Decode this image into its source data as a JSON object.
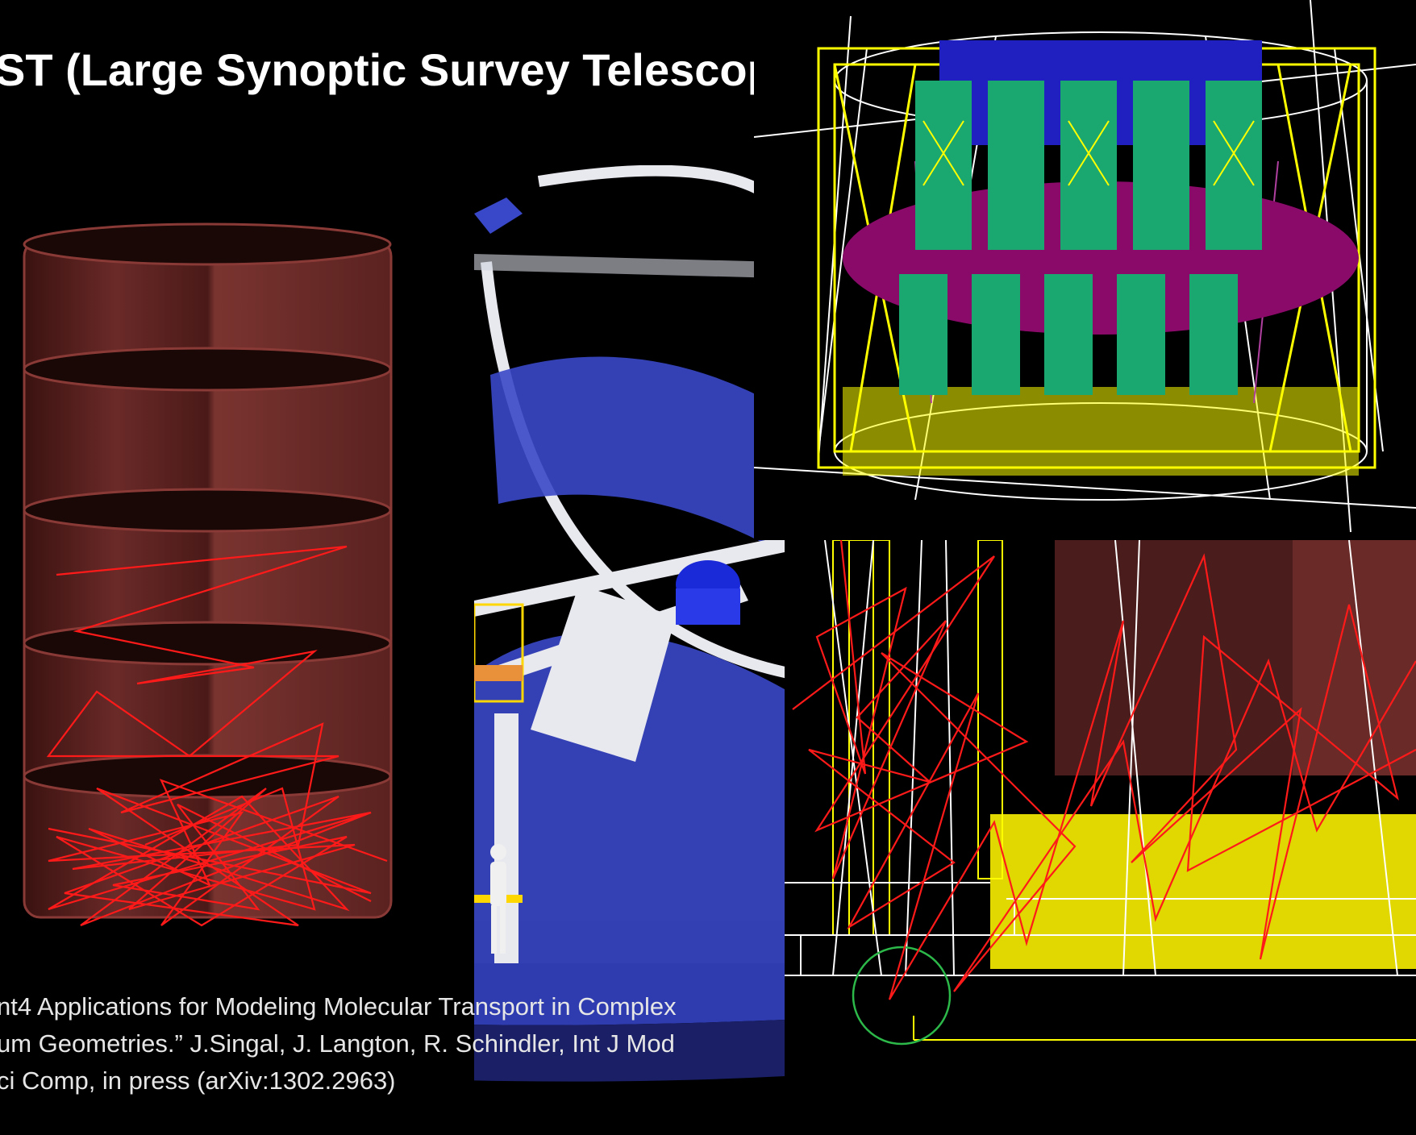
{
  "slide": {
    "title": "ST (Large Synoptic Survey Telescope)",
    "citation_lines": [
      "nt4 Applications for Modeling Molecular Transport in Complex",
      "um Geometries.” J.Singal, J. Langton, R. Schindler, Int J Mod",
      "ci Comp, in press (arXiv:1302.2963)"
    ]
  },
  "colors": {
    "background": "#000000",
    "cylinder_red": "#6a2a28",
    "track_red": "#ff1a1a",
    "telescope_blue": "#3848c8",
    "wire_yellow": "#ffff00",
    "wire_white": "#ffffff",
    "board_green": "#1aa870",
    "plate_magenta": "#8a0a6a",
    "block_maroon": "#4a1c1c",
    "circle_green": "#2db84a"
  },
  "images": [
    {
      "name": "red-cylinder-simulation"
    },
    {
      "name": "telescope-render-with-human-figure"
    },
    {
      "name": "camera-wireframe-model"
    },
    {
      "name": "molecular-trajectory-closeup"
    }
  ]
}
